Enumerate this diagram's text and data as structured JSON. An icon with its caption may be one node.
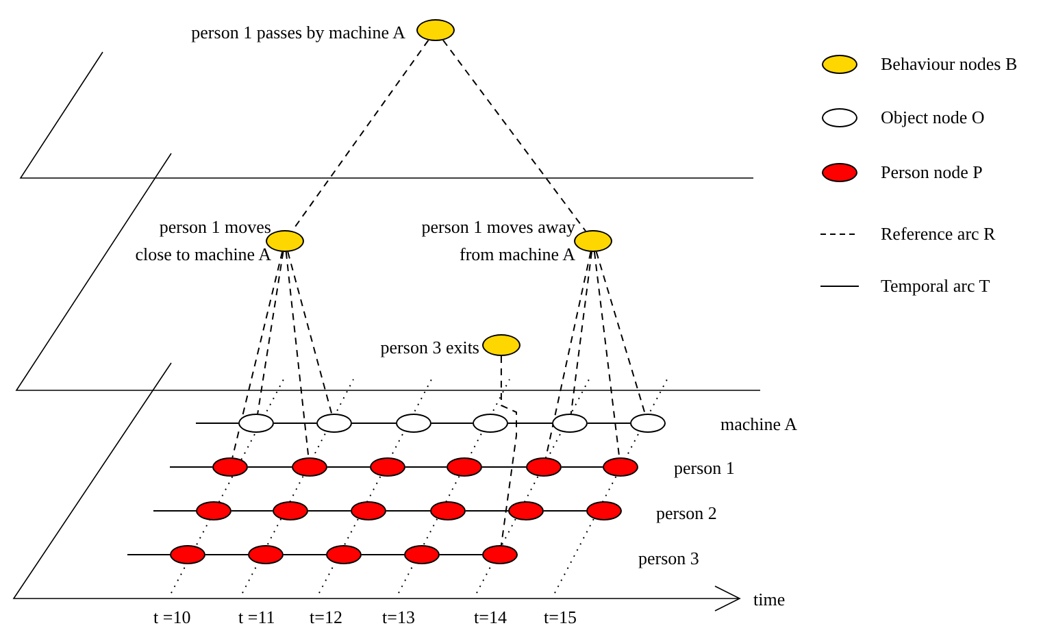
{
  "diagram": {
    "nodes": [
      {
        "text": [],
        "shape": "ellipse",
        "beside": [
          "person 1 passes by machine A"
        ]
      },
      {
        "text": [],
        "shape": "ellipse",
        "beside": [
          "person 1 moves close to machine A"
        ]
      },
      {
        "text": [],
        "shape": "ellipse",
        "beside": [
          "person 1 moves away from machine A"
        ]
      },
      {
        "text": [],
        "shape": "ellipse",
        "beside": [
          "person 3 exits"
        ]
      },
      {
        "text": [],
        "shape": "ellipse"
      },
      {
        "text": [],
        "shape": "ellipse"
      },
      {
        "text": [],
        "shape": "ellipse"
      },
      {
        "text": [],
        "shape": "ellipse"
      },
      {
        "text": [],
        "shape": "ellipse"
      },
      {
        "text": [],
        "shape": "ellipse"
      },
      {
        "text": [],
        "shape": "ellipse"
      },
      {
        "text": [],
        "shape": "ellipse"
      },
      {
        "text": [],
        "shape": "ellipse"
      },
      {
        "text": [],
        "shape": "ellipse"
      },
      {
        "text": [],
        "shape": "ellipse"
      },
      {
        "text": [],
        "shape": "ellipse"
      },
      {
        "text": [],
        "shape": "ellipse"
      },
      {
        "text": [],
        "shape": "ellipse"
      },
      {
        "text": [],
        "shape": "ellipse"
      },
      {
        "text": [],
        "shape": "ellipse"
      },
      {
        "text": [],
        "shape": "ellipse"
      },
      {
        "text": [],
        "shape": "ellipse"
      },
      {
        "text": [],
        "shape": "ellipse"
      },
      {
        "text": [],
        "shape": "ellipse"
      },
      {
        "text": [],
        "shape": "ellipse"
      },
      {
        "text": [],
        "shape": "ellipse"
      },
      {
        "text": [],
        "shape": "ellipse"
      }
    ],
    "edges": [
      {
        "from": 0,
        "to": 1,
        "arrow": "none",
        "style": "dashed"
      },
      {
        "from": 0,
        "to": 2,
        "arrow": "none",
        "style": "dashed"
      },
      {
        "from": 1,
        "to": 10,
        "arrow": "none",
        "style": "dashed"
      },
      {
        "from": 1,
        "to": 4,
        "arrow": "none",
        "style": "dashed"
      },
      {
        "from": 1,
        "to": 11,
        "arrow": "none",
        "style": "dashed"
      },
      {
        "from": 1,
        "to": 5,
        "arrow": "none",
        "style": "dashed"
      },
      {
        "from": 2,
        "to": 14,
        "arrow": "none",
        "style": "dashed"
      },
      {
        "from": 2,
        "to": 8,
        "arrow": "none",
        "style": "dashed"
      },
      {
        "from": 2,
        "to": 15,
        "arrow": "none",
        "style": "dashed"
      },
      {
        "from": 2,
        "to": 9,
        "arrow": "none",
        "style": "dashed"
      },
      {
        "from": 3,
        "to": 26,
        "arrow": "none",
        "style": "dashed"
      },
      {
        "from": null,
        "to": 4,
        "arrow": "none"
      },
      {
        "from": 4,
        "to": 5,
        "arrow": "none"
      },
      {
        "from": 5,
        "to": 6,
        "arrow": "none"
      },
      {
        "from": 6,
        "to": 7,
        "arrow": "none"
      },
      {
        "from": 7,
        "to": 8,
        "arrow": "none"
      },
      {
        "from": 8,
        "to": 9,
        "arrow": "none"
      },
      {
        "from": null,
        "to": 10,
        "arrow": "none"
      },
      {
        "from": 10,
        "to": 11,
        "arrow": "none"
      },
      {
        "from": 11,
        "to": 12,
        "arrow": "none"
      },
      {
        "from": 12,
        "to": 13,
        "arrow": "none"
      },
      {
        "from": 13,
        "to": 14,
        "arrow": "none"
      },
      {
        "from": 14,
        "to": 15,
        "arrow": "none"
      },
      {
        "from": null,
        "to": 16,
        "arrow": "none"
      },
      {
        "from": 16,
        "to": 17,
        "arrow": "none"
      },
      {
        "from": 17,
        "to": 18,
        "arrow": "none"
      },
      {
        "from": 18,
        "to": 19,
        "arrow": "none"
      },
      {
        "from": 19,
        "to": 20,
        "arrow": "none"
      },
      {
        "from": 20,
        "to": 21,
        "arrow": "none"
      },
      {
        "from": null,
        "to": 22,
        "arrow": "none"
      },
      {
        "from": 22,
        "to": 23,
        "arrow": "none"
      },
      {
        "from": 23,
        "to": 24,
        "arrow": "none"
      },
      {
        "from": 24,
        "to": 25,
        "arrow": "none"
      },
      {
        "from": 25,
        "to": 26,
        "arrow": "none"
      }
    ],
    "labels": [
      "machine A",
      "person 1",
      "person 2",
      "person 3",
      "time",
      "t =10",
      "t =11",
      "t=12",
      "t=13",
      "t=14",
      "t=15"
    ],
    "legend": [
      {
        "text": "Behaviour nodes B",
        "color": "#ffd700"
      },
      {
        "text": "Object node O",
        "color": "#ffffff"
      },
      {
        "text": "Person node P",
        "color": "#ff0000"
      },
      {
        "text": "Reference arc R"
      },
      {
        "text": "Temporal arc T"
      }
    ]
  }
}
